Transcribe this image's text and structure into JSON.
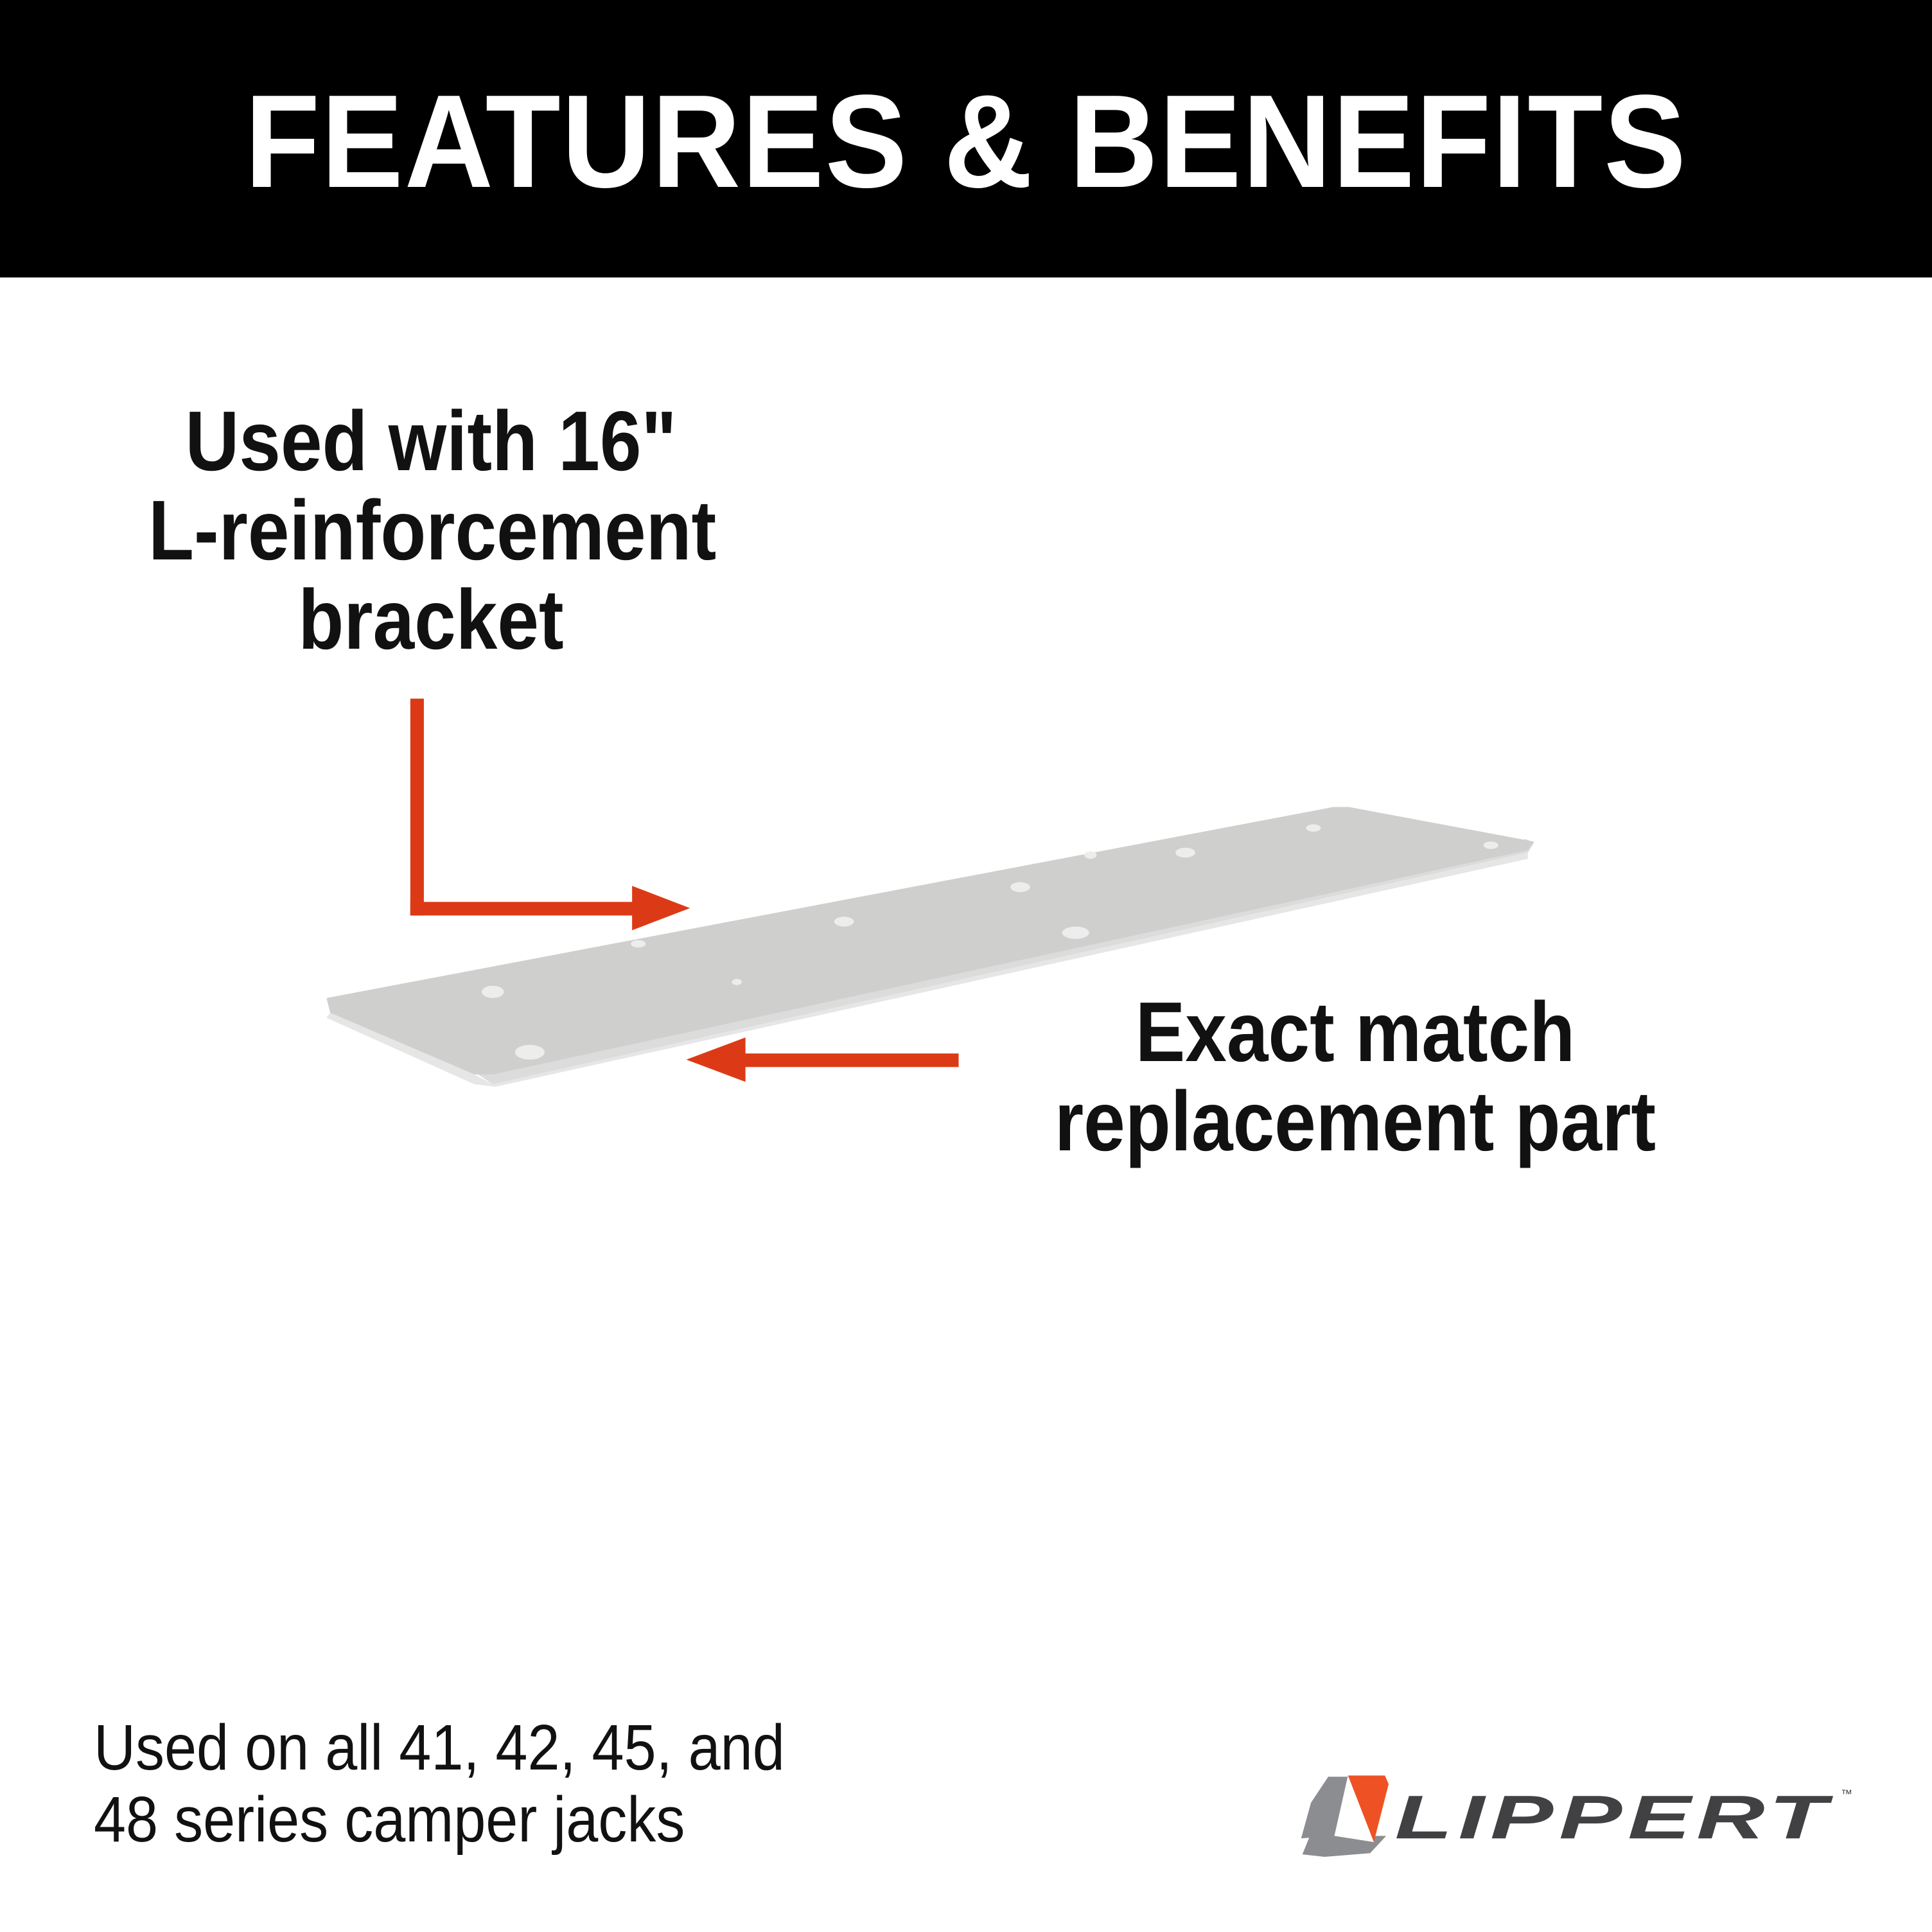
{
  "header": {
    "title": "FEATURES & BENEFITS"
  },
  "callouts": {
    "left": [
      "Used with 16\"",
      "L-reinforcement",
      "bracket"
    ],
    "right": [
      "Exact match",
      "replacement part"
    ]
  },
  "footer": {
    "lines": [
      "Used on all 41, 42, 45, and",
      "48 series camper jacks"
    ]
  },
  "logo": {
    "text": "LIPPERT",
    "tm": "™"
  },
  "colors": {
    "header_bg": "#000000",
    "arrow": "#dc3a16",
    "logo_orange": "#ee5224",
    "logo_gray": "#8c8d90",
    "logo_dark": "#414143"
  },
  "icons": [
    "arrow-right-icon",
    "arrow-left-icon",
    "lippert-logo-icon"
  ]
}
